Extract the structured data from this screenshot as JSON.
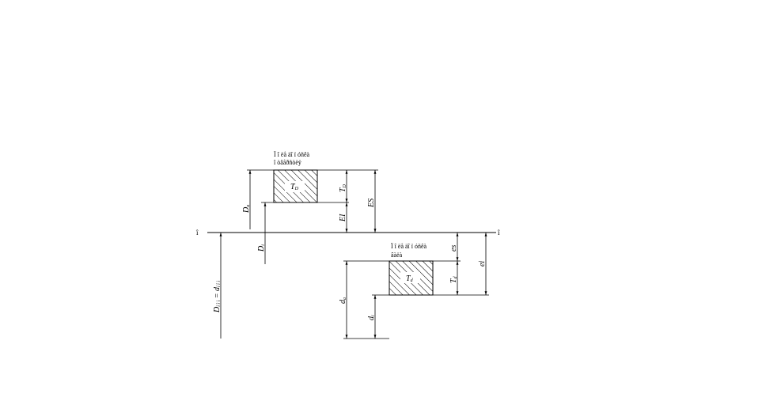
{
  "diagram": {
    "zero_line_label_left": "î",
    "zero_line_label_right": "î",
    "hole_zone_caption_line1": "Ï î ëå äî ï óñêà",
    "hole_zone_caption_line2": "î òâåðñòèÿ",
    "shaft_zone_caption_line1": "Ï î ëå äî ï óñêà",
    "shaft_zone_caption_line2": "âàëà",
    "hole_tolerance_label": "T",
    "hole_tolerance_sub": "D",
    "shaft_tolerance_label": "T",
    "shaft_tolerance_sub": "d",
    "D_max_label": "D",
    "D_max_sub": "a",
    "D_min_label": "D",
    "D_min_sub": "i",
    "nominal_label": "D",
    "nominal_sub": "í î ì",
    "nominal_eq": " = d",
    "nominal_eq_sub": "í î ì",
    "EI_label": "EI",
    "ES_label": "ES",
    "TD_label": "T",
    "TD_sub": "D",
    "es_label": "es",
    "ei_label": "ei",
    "Td_label": "T",
    "Td_sub": "d",
    "d_max_label": "d",
    "d_max_sub": "a",
    "d_min_label": "d",
    "d_min_sub": "i"
  }
}
